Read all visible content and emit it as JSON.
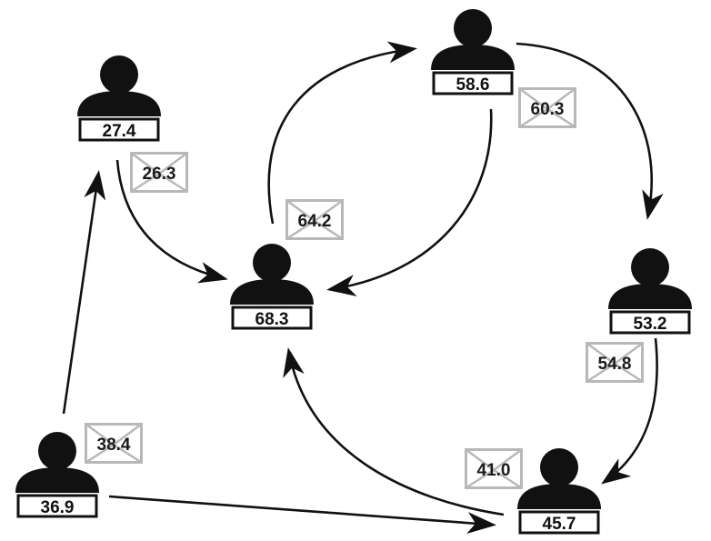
{
  "colors": {
    "person": "#111111",
    "arrow": "#111111",
    "envelope_border": "#b8b8b8",
    "background": "#ffffff"
  },
  "nodes": [
    {
      "id": "n1",
      "value": "27.4"
    },
    {
      "id": "n2",
      "value": "58.6"
    },
    {
      "id": "n3",
      "value": "68.3"
    },
    {
      "id": "n4",
      "value": "53.2"
    },
    {
      "id": "n5",
      "value": "36.9"
    },
    {
      "id": "n6",
      "value": "45.7"
    }
  ],
  "messages": [
    {
      "id": "m1",
      "value": "26.3"
    },
    {
      "id": "m2",
      "value": "60.3"
    },
    {
      "id": "m3",
      "value": "64.2"
    },
    {
      "id": "m4",
      "value": "54.8"
    },
    {
      "id": "m5",
      "value": "38.4"
    },
    {
      "id": "m6",
      "value": "41.0"
    }
  ],
  "edges": [
    {
      "from": "n1",
      "to": "n3"
    },
    {
      "from": "n3",
      "to": "n2"
    },
    {
      "from": "n2",
      "to": "n3"
    },
    {
      "from": "n2",
      "to": "n4"
    },
    {
      "from": "n4",
      "to": "n6"
    },
    {
      "from": "n6",
      "to": "n3"
    },
    {
      "from": "n5",
      "to": "n1"
    },
    {
      "from": "n5",
      "to": "n6"
    }
  ]
}
